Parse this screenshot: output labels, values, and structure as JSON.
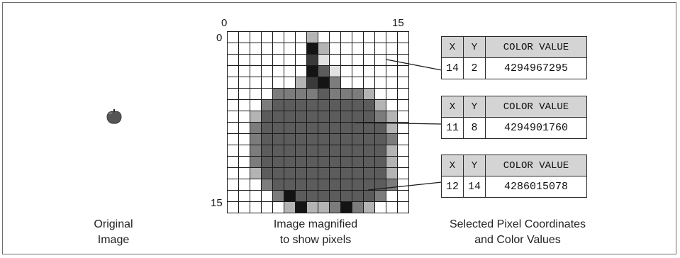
{
  "axis_labels": {
    "x_start": "0",
    "x_end": "15",
    "y_start": "0",
    "y_end": "15"
  },
  "captions": {
    "original": [
      "Original",
      "Image"
    ],
    "magnified": [
      "Image magnified",
      "to show pixels"
    ],
    "selected": [
      "Selected Pixel Coordinates",
      "and Color Values"
    ]
  },
  "palette": {
    "0": "#ffffff",
    "1": "#e2e2e2",
    "2": "#b4b4b4",
    "3": "#7c7c7c",
    "4": "#5c5c5c",
    "5": "#3a3a3a",
    "6": "#141414"
  },
  "pixels": [
    "0000000200000000",
    "0000000620000000",
    "0000000510000000",
    "0000000641000000",
    "0000002563000000",
    "0000333343332000",
    "0003444444444200",
    "0024444444444320",
    "0034444444444420",
    "0034444444444430",
    "0034444444444420",
    "0034444444444420",
    "0024444444444420",
    "0003444444444430",
    "0000364444444300",
    "0000026223632000"
  ],
  "tables": [
    {
      "headers": [
        "X",
        "Y",
        "COLOR VALUE"
      ],
      "x": "14",
      "y": "2",
      "color_value": "4294967295"
    },
    {
      "headers": [
        "X",
        "Y",
        "COLOR VALUE"
      ],
      "x": "11",
      "y": "8",
      "color_value": "4294901760"
    },
    {
      "headers": [
        "X",
        "Y",
        "COLOR VALUE"
      ],
      "x": "12",
      "y": "14",
      "color_value": "4286015078"
    }
  ]
}
